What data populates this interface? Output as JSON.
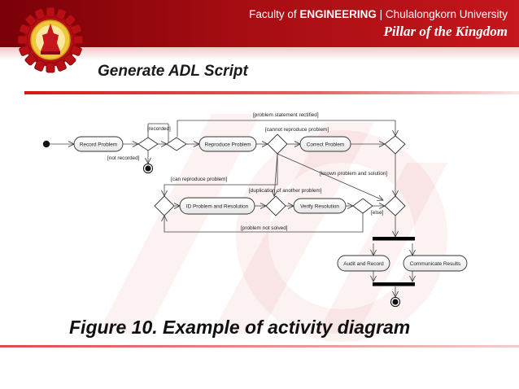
{
  "header": {
    "faculty_prefix": "Faculty of ",
    "faculty_bold": "ENGINEERING",
    "faculty_suffix": " | Chulalongkorn University",
    "tagline": "Pillar of the Kingdom"
  },
  "slide_title": "Generate ADL Script",
  "caption": "Figure 10. Example of activity diagram",
  "diagram": {
    "activities": {
      "record": "Record Problem",
      "reproduce": "Reproduce Problem",
      "correct": "Correct Problem",
      "identify": "ID Problem and Resolution",
      "verify": "Verify Resolution",
      "audit": "Audit and Record",
      "communicate": "Communicate Results"
    },
    "guards": {
      "rectified": "[problem statement rectified]",
      "recorded": "[recorded]",
      "cannot_reproduce": "[cannot reproduce problem]",
      "not_recorded": "[not recorded]",
      "known": "[known problem and solution]",
      "can_reproduce": "[can reproduce problem]",
      "duplication": "[duplication of another problem]",
      "else": "[else]",
      "not_solved": "[problem not solved]"
    }
  },
  "colors": {
    "banner": "#a50d12",
    "accent": "#cc0000"
  }
}
